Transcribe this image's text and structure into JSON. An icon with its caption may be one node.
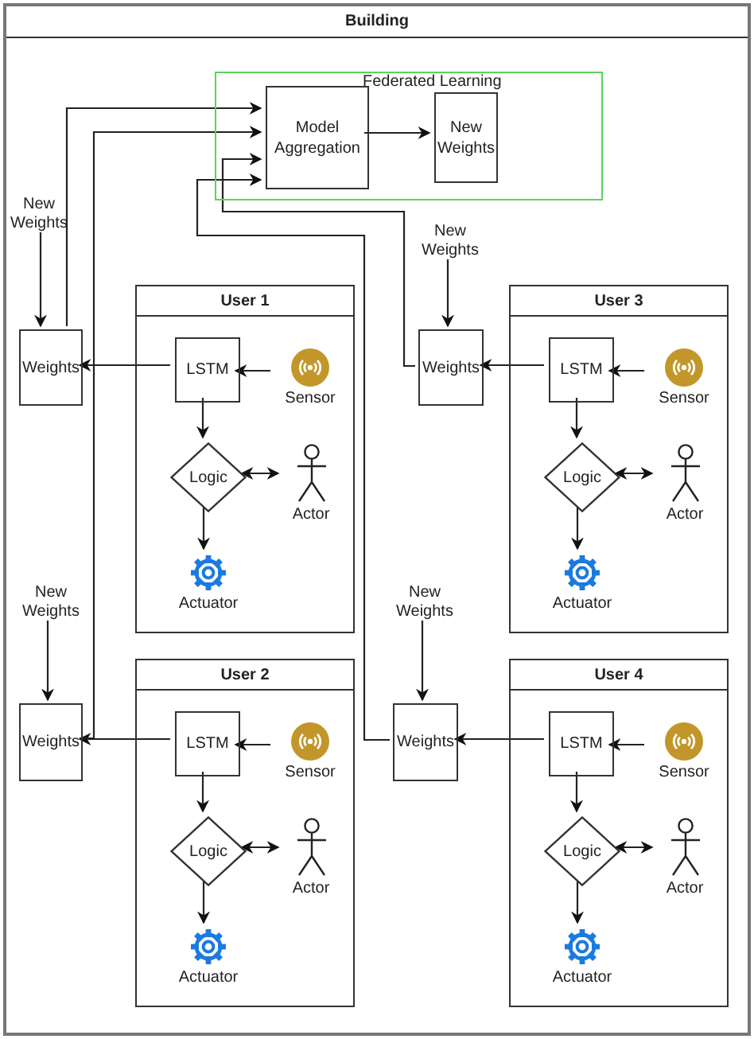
{
  "diagram": {
    "nodes": [
      {
        "text": [
          "Building"
        ]
      },
      {
        "text": [
          "Federated Learning"
        ],
        "in": 0
      },
      {
        "text": [
          "Model Aggregation"
        ],
        "in": 1
      },
      {
        "text": [
          "New Weights"
        ],
        "in": 1
      },
      {
        "text": [
          "New Weights"
        ],
        "in": 0
      },
      {
        "text": [
          "Weights"
        ],
        "in": 0
      },
      {
        "text": [
          "User 1"
        ],
        "in": 0
      },
      {
        "text": [
          "LSTM"
        ],
        "in": 6
      },
      {
        "text": [
          "Sensor"
        ],
        "in": 6
      },
      {
        "text": [
          "Logic"
        ],
        "in": 6
      },
      {
        "text": [
          "Actor"
        ],
        "in": 6
      },
      {
        "text": [
          "Actuator"
        ],
        "in": 6
      },
      {
        "text": [
          "New Weights"
        ],
        "in": 0
      },
      {
        "text": [
          "Weights"
        ],
        "in": 0
      },
      {
        "text": [
          "User 3"
        ],
        "in": 0
      },
      {
        "text": [
          "LSTM"
        ],
        "in": 14
      },
      {
        "text": [
          "Sensor"
        ],
        "in": 14
      },
      {
        "text": [
          "Logic"
        ],
        "in": 14
      },
      {
        "text": [
          "Actor"
        ],
        "in": 14
      },
      {
        "text": [
          "Actuator"
        ],
        "in": 14
      },
      {
        "text": [
          "New Weights"
        ],
        "in": 0
      },
      {
        "text": [
          "Weights"
        ],
        "in": 0
      },
      {
        "text": [
          "User 2"
        ],
        "in": 0
      },
      {
        "text": [
          "LSTM"
        ],
        "in": 22
      },
      {
        "text": [
          "Sensor"
        ],
        "in": 22
      },
      {
        "text": [
          "Logic"
        ],
        "in": 22
      },
      {
        "text": [
          "Actor"
        ],
        "in": 22
      },
      {
        "text": [
          "Actuator"
        ],
        "in": 22
      },
      {
        "text": [
          "New Weights"
        ],
        "in": 0
      },
      {
        "text": [
          "Weights"
        ],
        "in": 0
      },
      {
        "text": [
          "User 4"
        ],
        "in": 0
      },
      {
        "text": [
          "LSTM"
        ],
        "in": 30
      },
      {
        "text": [
          "Sensor"
        ],
        "in": 30
      },
      {
        "text": [
          "Logic"
        ],
        "in": 30
      },
      {
        "text": [
          "Actor"
        ],
        "in": 30
      },
      {
        "text": [
          "Actuator"
        ],
        "in": 30
      }
    ],
    "edges": [
      {
        "from": 2,
        "to": 3,
        "arrow": "to"
      },
      {
        "from": 4,
        "to": 5,
        "arrow": "to"
      },
      {
        "from": 8,
        "to": 7,
        "arrow": "to"
      },
      {
        "from": 7,
        "to": 5,
        "arrow": "to"
      },
      {
        "from": 7,
        "to": 9,
        "arrow": "to"
      },
      {
        "from": 9,
        "to": 10,
        "arrow": "both"
      },
      {
        "from": 9,
        "to": 11,
        "arrow": "to"
      },
      {
        "from": 5,
        "to": 2,
        "arrow": "to"
      },
      {
        "from": 12,
        "to": 13,
        "arrow": "to"
      },
      {
        "from": 16,
        "to": 15,
        "arrow": "to"
      },
      {
        "from": 15,
        "to": 13,
        "arrow": "to"
      },
      {
        "from": 15,
        "to": 17,
        "arrow": "to"
      },
      {
        "from": 17,
        "to": 18,
        "arrow": "both"
      },
      {
        "from": 17,
        "to": 19,
        "arrow": "to"
      },
      {
        "from": 13,
        "to": 2,
        "arrow": "to"
      },
      {
        "from": 20,
        "to": 21,
        "arrow": "to"
      },
      {
        "from": 24,
        "to": 23,
        "arrow": "to"
      },
      {
        "from": 23,
        "to": 21,
        "arrow": "to"
      },
      {
        "from": 23,
        "to": 25,
        "arrow": "to"
      },
      {
        "from": 25,
        "to": 26,
        "arrow": "both"
      },
      {
        "from": 25,
        "to": 27,
        "arrow": "to"
      },
      {
        "from": 21,
        "to": 2,
        "arrow": "to"
      },
      {
        "from": 28,
        "to": 29,
        "arrow": "to"
      },
      {
        "from": 32,
        "to": 31,
        "arrow": "to"
      },
      {
        "from": 31,
        "to": 29,
        "arrow": "to"
      },
      {
        "from": 31,
        "to": 33,
        "arrow": "to"
      },
      {
        "from": 33,
        "to": 34,
        "arrow": "both"
      },
      {
        "from": 33,
        "to": 35,
        "arrow": "to"
      },
      {
        "from": 29,
        "to": 2,
        "arrow": "to"
      }
    ]
  }
}
